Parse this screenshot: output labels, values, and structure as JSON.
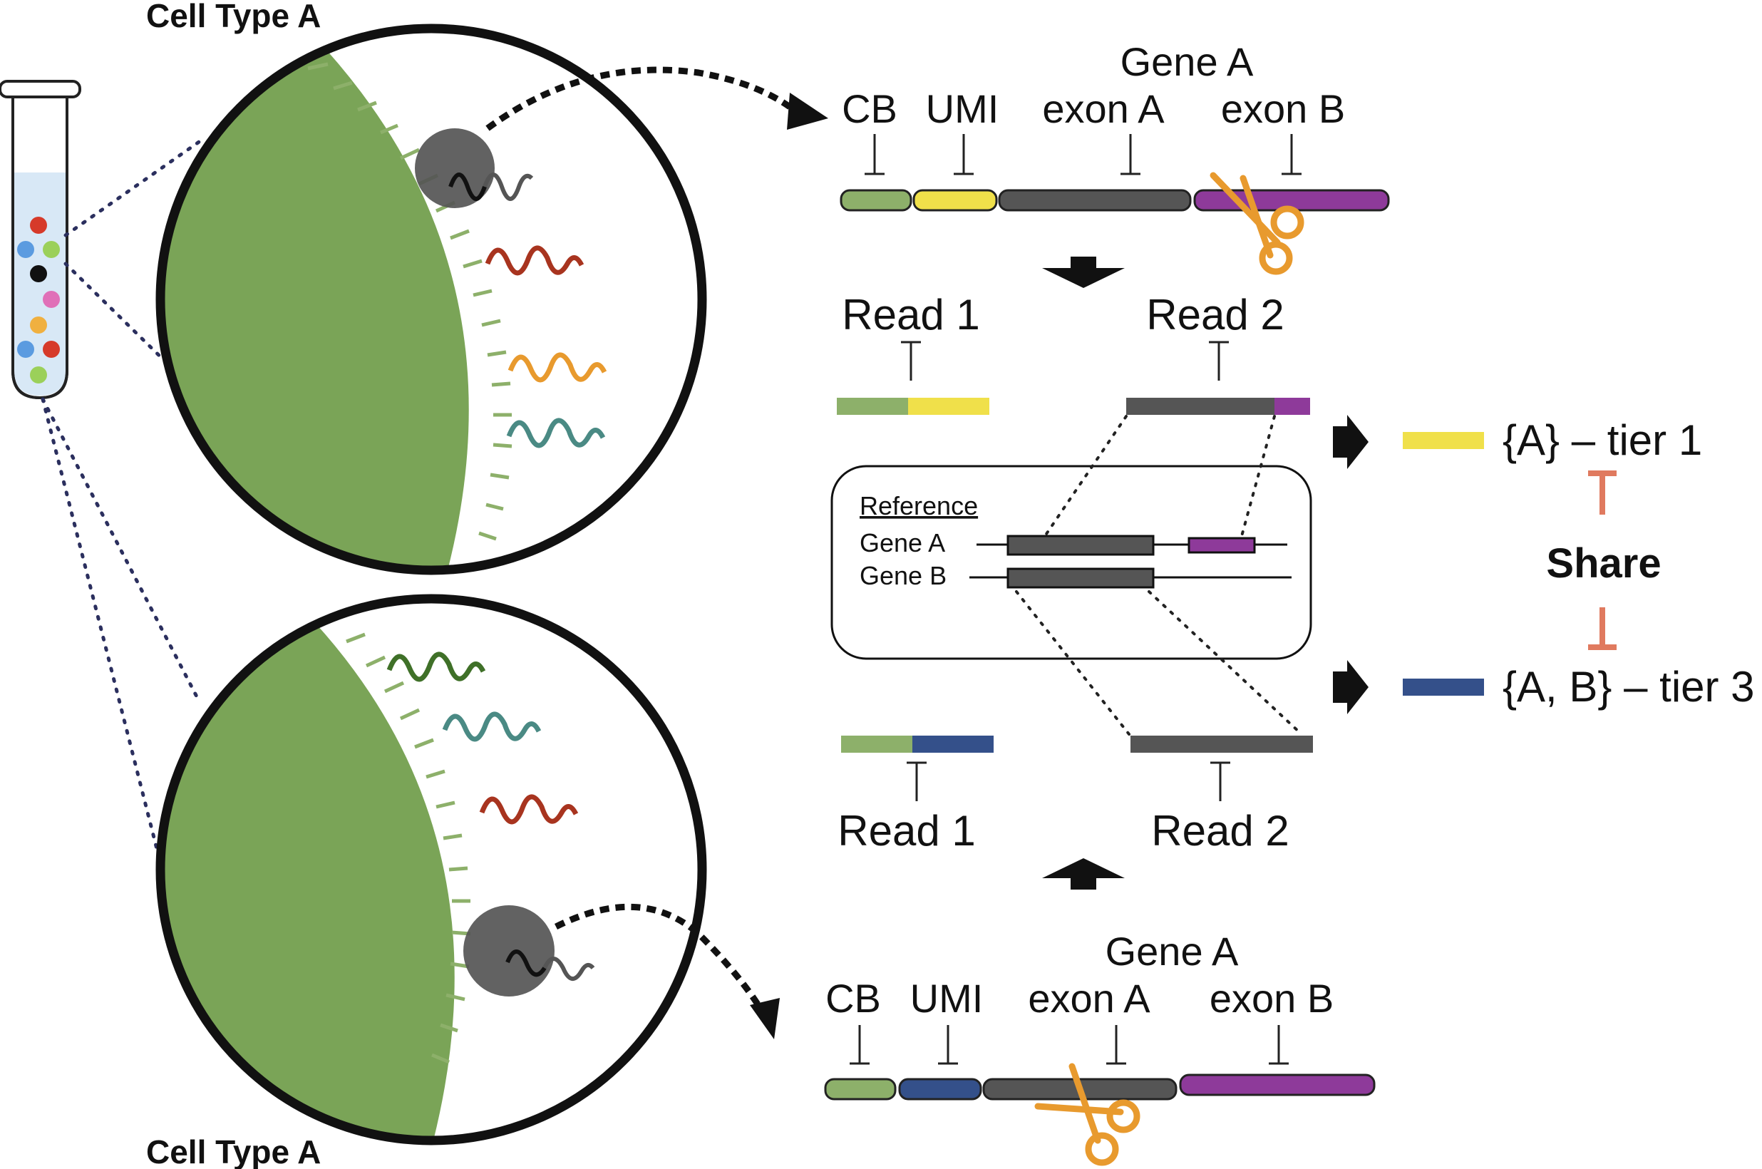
{
  "cells": {
    "top_label": "Cell Type A",
    "bottom_label": "Cell Type A"
  },
  "top_molecule": {
    "gene_label": "Gene A",
    "segments": [
      "CB",
      "UMI",
      "exon A",
      "exon B"
    ]
  },
  "bottom_molecule": {
    "gene_label": "Gene A",
    "segments": [
      "CB",
      "UMI",
      "exon A",
      "exon B"
    ]
  },
  "reads_top": {
    "read1": "Read 1",
    "read2": "Read 2"
  },
  "reads_bottom": {
    "read1": "Read 1",
    "read2": "Read 2"
  },
  "reference": {
    "title": "Reference",
    "genes": [
      "Gene A",
      "Gene B"
    ]
  },
  "results": {
    "tier1": "{A} – tier 1",
    "tier3": "{A, B} – tier 3",
    "share": "Share"
  },
  "colors": {
    "cell_green": "#7aa457",
    "cb_green": "#8db06a",
    "umi_yellow": "#f0e04a",
    "umi_blue": "#34508a",
    "exon_gray": "#555555",
    "exon_purple": "#8e3a9a",
    "scissors_orange": "#e89a2e",
    "share_red": "#e07a5f",
    "tier1_yellow": "#f0e04a",
    "tier3_blue": "#34508a"
  },
  "icons": [
    "test-tube-icon",
    "scissors-icon",
    "arrow-icon",
    "bead-icon",
    "mrna-icon"
  ]
}
